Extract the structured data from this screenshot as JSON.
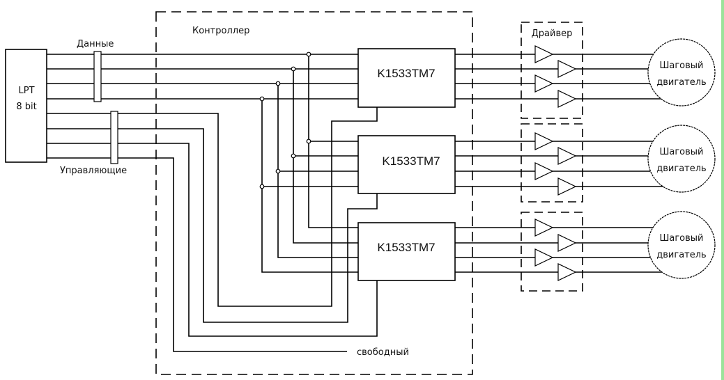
{
  "lpt": {
    "line1": "LPT",
    "line2": "8 bit"
  },
  "bundles": {
    "data_label": "Данные",
    "control_label": "Управляющие"
  },
  "controller": {
    "title": "Контроллер",
    "chips": [
      {
        "label": "K1533TM7"
      },
      {
        "label": "K1533TM7"
      },
      {
        "label": "K1533TM7"
      }
    ],
    "spare_label": "свободный"
  },
  "drivers": [
    {
      "title": "Драйвер"
    },
    {
      "title": ""
    },
    {
      "title": ""
    }
  ],
  "motors": [
    {
      "line1": "Шаговый",
      "line2": "двигатель"
    },
    {
      "line1": "Шаговый",
      "line2": "двигатель"
    },
    {
      "line1": "Шаговый",
      "line2": "двигатель"
    }
  ],
  "colors": {
    "stroke": "#000000",
    "background": "#ffffff",
    "edge_accent": "#9be29b"
  }
}
